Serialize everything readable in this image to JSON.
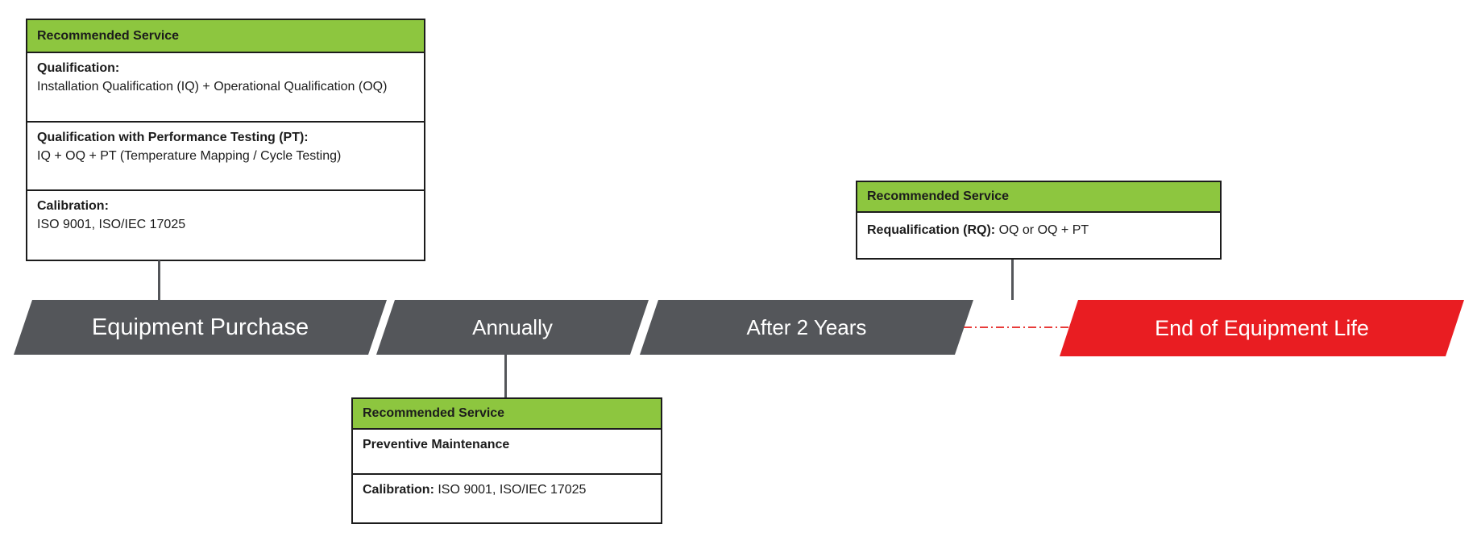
{
  "colors": {
    "header_green": "#8dc63f",
    "bar_dark_gray": "#54565a",
    "bar_red": "#e91d22",
    "border_black": "#1c1c1c",
    "dash_line_red": "#e5201f",
    "bar_text_white": "#ffffff"
  },
  "service_boxes": {
    "purchase": {
      "header": "Recommended Service",
      "rows": [
        {
          "label": "Qualification:",
          "desc": "Installation Qualification (IQ) + Operational Qualification (OQ)"
        },
        {
          "label": "Qualification with Performance Testing (PT):",
          "desc": "IQ + OQ + PT (Temperature Mapping / Cycle Testing)"
        },
        {
          "label": "Calibration:",
          "desc": "ISO 9001, ISO/IEC 17025"
        }
      ]
    },
    "requalification": {
      "header": "Recommended Service",
      "rows": [
        {
          "label": "Requalification (RQ):",
          "desc": "OQ or OQ + PT"
        }
      ]
    },
    "annually": {
      "header": "Recommended Service",
      "rows": [
        {
          "label": "Preventive Maintenance",
          "desc": ""
        },
        {
          "label": "Calibration:",
          "desc": "ISO 9001, ISO/IEC 17025"
        }
      ]
    }
  },
  "timeline": {
    "stages": [
      {
        "label": "Equipment Purchase"
      },
      {
        "label": "Annually"
      },
      {
        "label": "After 2 Years"
      },
      {
        "label": "End of Equipment Life"
      }
    ]
  }
}
